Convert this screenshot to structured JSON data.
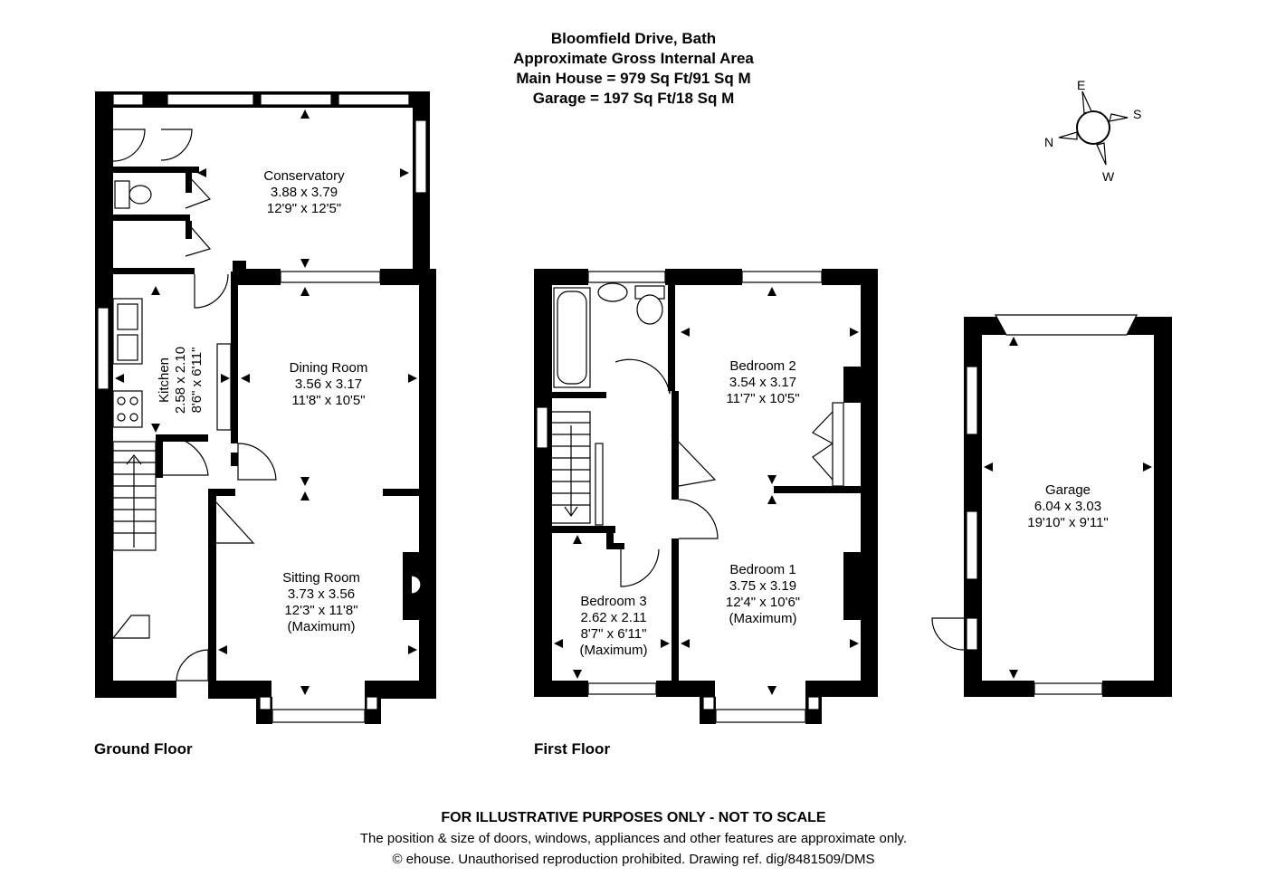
{
  "header": {
    "line1": "Bloomfield Drive, Bath",
    "line2": "Approximate Gross Internal Area",
    "line3": "Main House = 979 Sq Ft/91 Sq M",
    "line4": "Garage = 197 Sq Ft/18 Sq M"
  },
  "compass": {
    "e": "E",
    "s": "S",
    "n": "N",
    "w": "W"
  },
  "floors": {
    "ground": "Ground Floor",
    "first": "First Floor"
  },
  "rooms": {
    "conservatory": {
      "name": "Conservatory",
      "metric": "3.88 x 3.79",
      "imperial": "12'9\" x 12'5\""
    },
    "kitchen": {
      "name": "Kitchen",
      "metric": "2.58 x 2.10",
      "imperial": "8'6\" x 6'11\""
    },
    "dining": {
      "name": "Dining Room",
      "metric": "3.56 x 3.17",
      "imperial": "11'8\" x 10'5\""
    },
    "sitting": {
      "name": "Sitting Room",
      "metric": "3.73 x 3.56",
      "imperial": "12'3\" x 11'8\"",
      "note": "(Maximum)"
    },
    "bedroom2": {
      "name": "Bedroom 2",
      "metric": "3.54 x 3.17",
      "imperial": "11'7\" x 10'5\""
    },
    "bedroom1": {
      "name": "Bedroom 1",
      "metric": "3.75 x 3.19",
      "imperial": "12'4\" x 10'6\"",
      "note": "(Maximum)"
    },
    "bedroom3": {
      "name": "Bedroom 3",
      "metric": "2.62 x 2.11",
      "imperial": "8'7\" x 6'11\"",
      "note": "(Maximum)"
    },
    "garage": {
      "name": "Garage",
      "metric": "6.04 x 3.03",
      "imperial": "19'10\" x 9'11\""
    }
  },
  "footer": {
    "disclaimer": "FOR ILLUSTRATIVE PURPOSES ONLY - NOT TO SCALE",
    "line2": "The position & size of doors, windows, appliances and other features are approximate only.",
    "line3": "© ehouse. Unauthorised reproduction prohibited. Drawing ref. dig/8481509/DMS"
  }
}
